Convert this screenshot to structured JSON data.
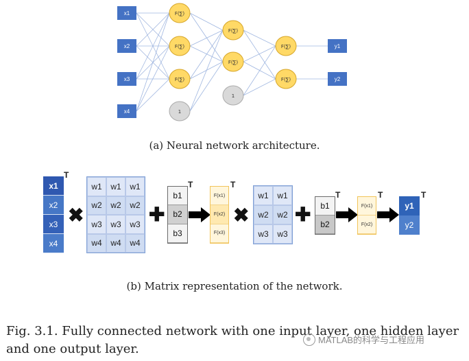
{
  "network": {
    "inputs": [
      "x1",
      "x2",
      "x3",
      "x4"
    ],
    "hidden1": [
      "F(∑)",
      "F(∑)",
      "F(∑)"
    ],
    "bias1": "1",
    "hidden2": [
      "F(∑)",
      "F(∑)"
    ],
    "bias2": "1",
    "output_neurons": [
      "F(∑)",
      "F(∑)"
    ],
    "outputs": [
      "y1",
      "y2"
    ],
    "colors": {
      "input": "#4472c4",
      "neuron": "#ffd966",
      "neuron_stroke": "#d6a62a",
      "bias": "#d9d9d9",
      "edge": "#9fb6e0"
    }
  },
  "caption_a": "(a) Neural network architecture.",
  "matrices": {
    "x": {
      "cells": [
        "x1",
        "x2",
        "x3",
        "x4"
      ],
      "sup": "T"
    },
    "w1": {
      "rows": [
        [
          "w1",
          "w1",
          "w1"
        ],
        [
          "w2",
          "w2",
          "w2"
        ],
        [
          "w3",
          "w3",
          "w3"
        ],
        [
          "w4",
          "w4",
          "w4"
        ]
      ]
    },
    "b1": {
      "cells": [
        "b1",
        "b2",
        "b3"
      ],
      "sup": "T"
    },
    "f1": {
      "cells": [
        "F(x1)",
        "F(x2)",
        "F(x3)"
      ],
      "sup": "T"
    },
    "w2": {
      "rows": [
        [
          "w1",
          "w1"
        ],
        [
          "w2",
          "w2"
        ],
        [
          "w3",
          "w3"
        ]
      ]
    },
    "b2": {
      "cells": [
        "b1",
        "b2"
      ],
      "sup": "T"
    },
    "f2": {
      "cells": [
        "F(x1)",
        "F(x2)"
      ],
      "sup": "T"
    },
    "y": {
      "cells": [
        "y1",
        "y2"
      ],
      "sup": "T"
    },
    "op_multiply": "✖",
    "op_add": "✚"
  },
  "caption_b": "(b) Matrix representation of the network.",
  "figure_caption": [
    "Fig. 3.1. Fully connected network with one input layer, one hidden layer",
    "and one output layer."
  ],
  "watermark": "MATLAB的科学与工程应用"
}
